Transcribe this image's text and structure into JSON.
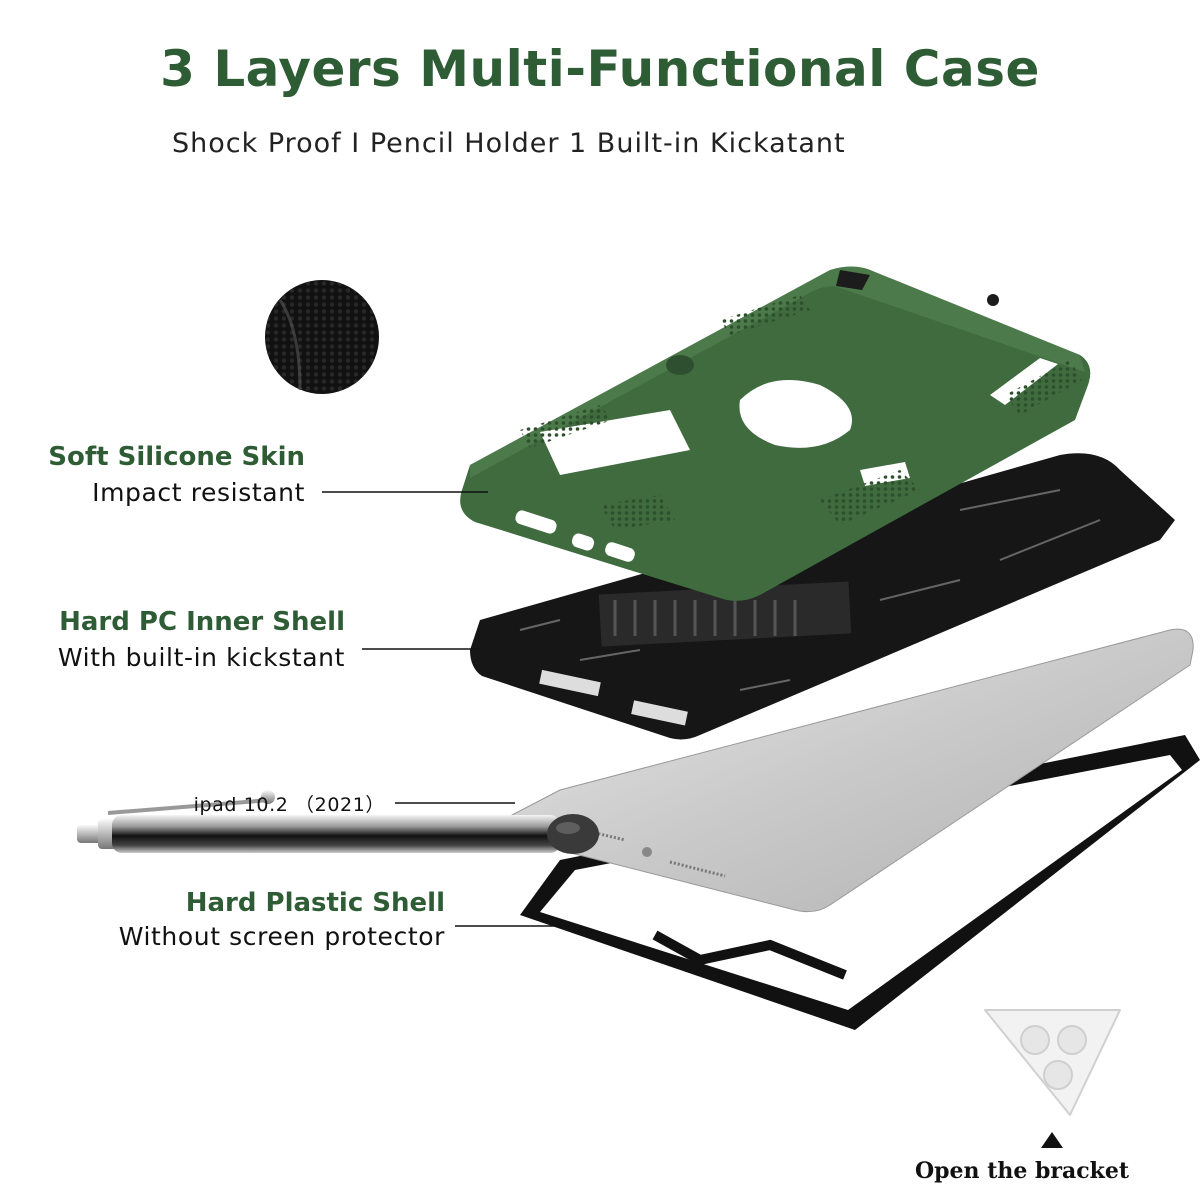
{
  "header": {
    "title": "3 Layers Multi-Functional Case",
    "subtitle": "Shock Proof I Pencil Holder 1 Built-in Kickatant"
  },
  "labels": [
    {
      "heading": "Soft Silicone Skin",
      "detail": "Impact resistant"
    },
    {
      "heading": "Hard PC Inner Shell",
      "detail": "With built-in kickstant"
    },
    {
      "heading": "",
      "detail": "ipad 10.2 （2021）"
    },
    {
      "heading": "Hard Plastic Shell",
      "detail": "Without screen protector"
    }
  ],
  "accessories": {
    "bracket_caption": "Open the bracket"
  },
  "colors": {
    "accent_green": "#2e5c34",
    "case_green": "#3f6b3e",
    "shell_black": "#151515",
    "tablet_silver": "#c8c8c8"
  },
  "icons": [
    "texture-swatch-icon",
    "stylus-pen-icon",
    "bracket-stand-icon",
    "arrow-up-icon"
  ]
}
